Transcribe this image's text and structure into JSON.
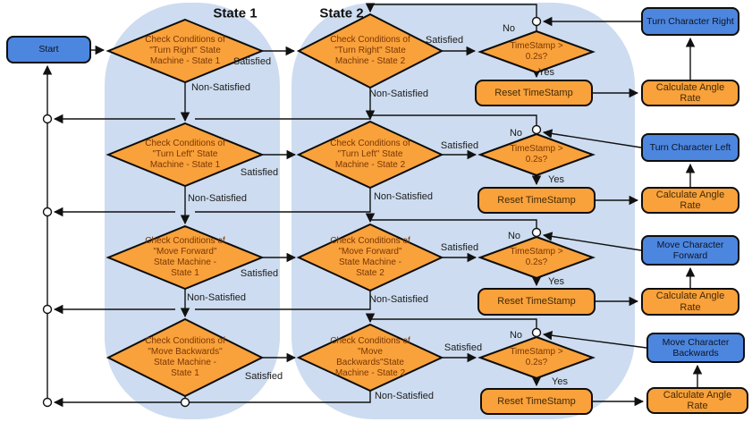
{
  "columns": {
    "state1_title": "State 1",
    "state2_title": "State 2"
  },
  "start_label": "Start",
  "edge_labels": {
    "satisfied": "Satisfied",
    "non_satisfied": "Non-Satisfied",
    "yes": "Yes",
    "no": "No"
  },
  "timestamp_question": "TimeStamp > 0.2s?",
  "reset_label": "Reset TimeStamp",
  "calculate_label": "Calculate Angle Rate",
  "rows": [
    {
      "state1_check": "Check Conditions of \"Turn Right\" State Machine - State 1",
      "state2_check": "Check Conditions of \"Turn Right\" State Machine - State 2",
      "action": "Turn Character Right"
    },
    {
      "state1_check": "Check Conditions of \"Turn Left\" State Machine - State 1",
      "state2_check": "Check Conditions of \"Turn Left\" State Machine - State 2",
      "action": "Turn Character Left"
    },
    {
      "state1_check": "Check Conditions of \"Move Forward\" State Machine - State 1",
      "state2_check": "Check Conditions of \"Move Forward\" State Machine - State 2",
      "action": "Move Character Forward"
    },
    {
      "state1_check": "Check Conditions of \"Move Backwards\" State Machine - State 1",
      "state2_check": "Check Conditions of \"Move Backwards\"State Machine - State 2",
      "action": "Move Character Backwards"
    }
  ],
  "colors": {
    "node_orange": "#f9a13b",
    "node_blue": "#4c86df",
    "capsule_blue": "#cddcf0",
    "diamond_text": "#7a3703",
    "line": "#111111"
  }
}
